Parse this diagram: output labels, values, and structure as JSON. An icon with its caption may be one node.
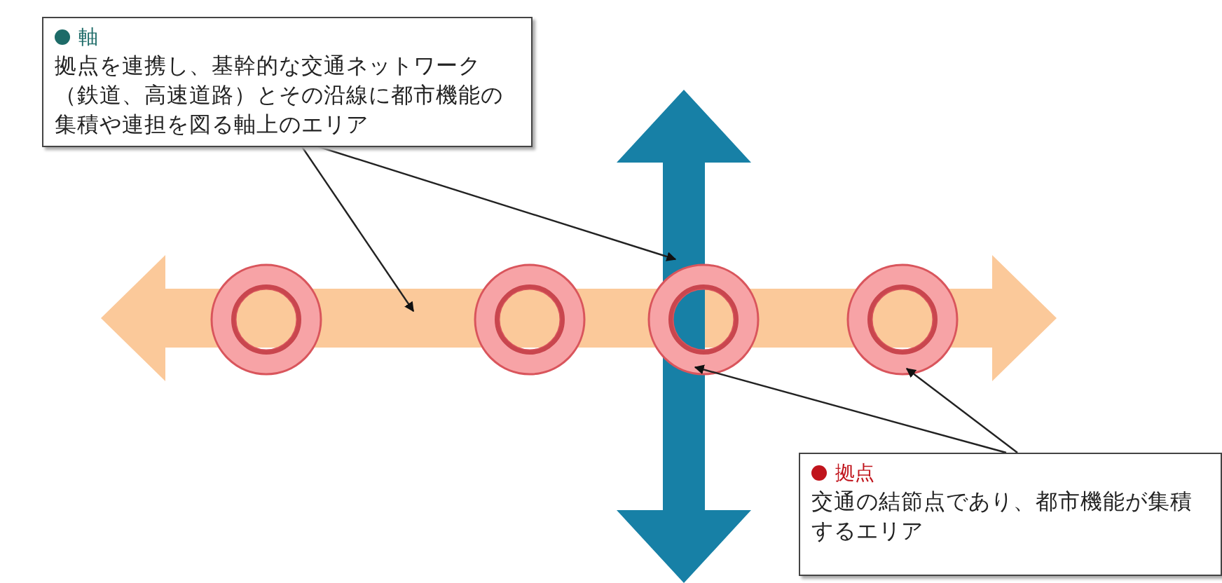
{
  "diagram": {
    "nodes": [
      {
        "text": [
          "軸",
          "拠点を連携し、基幹的な交通ネットワーク（鉄道、高速道路）とその沿線に都市機能の集積や連担を図る軸上のエリア"
        ]
      },
      {
        "text": [],
        "shape": "arrow"
      },
      {
        "text": [],
        "shape": "arrow"
      },
      {
        "text": [],
        "shape": "circle",
        "in": 2
      },
      {
        "text": [],
        "shape": "circle",
        "in": 2
      },
      {
        "text": [],
        "shape": "circle",
        "in": 2
      },
      {
        "text": [],
        "shape": "circle",
        "in": 2
      },
      {
        "text": [
          "拠点",
          "交通の結節点であり、都市機能が集積するエリア"
        ]
      }
    ],
    "edges": [
      {
        "from": 0,
        "to": 2,
        "arrow": "to"
      },
      {
        "from": 0,
        "to": 1,
        "arrow": "to"
      },
      {
        "from": 7,
        "to": 5,
        "arrow": "to"
      },
      {
        "from": 7,
        "to": 6,
        "arrow": "to"
      }
    ]
  }
}
